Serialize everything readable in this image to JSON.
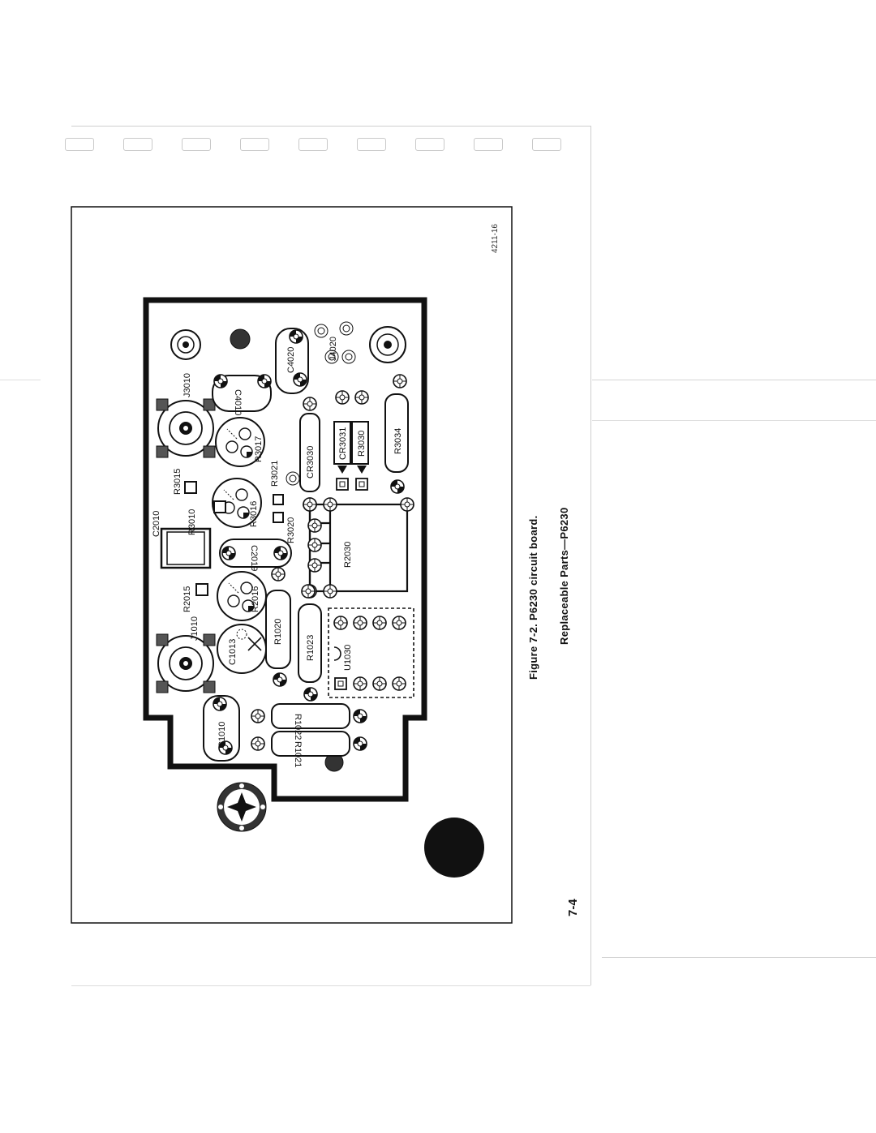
{
  "page": {
    "number": "7-4",
    "section": "Replaceable Parts—P6230"
  },
  "figure": {
    "caption": "Figure 7-2.  P6230 circuit board.",
    "reference_number": "4211-16"
  },
  "components": {
    "J3010": "J3010",
    "C4010": "C4010",
    "C4020": "C4020",
    "J4020": "J4020",
    "R3015": "R3015",
    "R3017": "R3017",
    "R3021": "R3021",
    "CR3030": "CR3030",
    "CR3031": "CR3031",
    "R3030": "R3030",
    "R3034": "R3034",
    "C2010": "C2010",
    "R3010": "R3010",
    "R3016": "R3016",
    "R3020": "R3020",
    "C2019": "C2019",
    "R2030": "R2030",
    "R2015": "R2015",
    "R2016": "R2016",
    "J1010": "J1010",
    "C1013": "C1013",
    "R1020": "R1020",
    "R1023": "R1023",
    "U1030": "U1030",
    "C1010": "C1010",
    "R1022": "R1022",
    "R1021": "R1021"
  }
}
